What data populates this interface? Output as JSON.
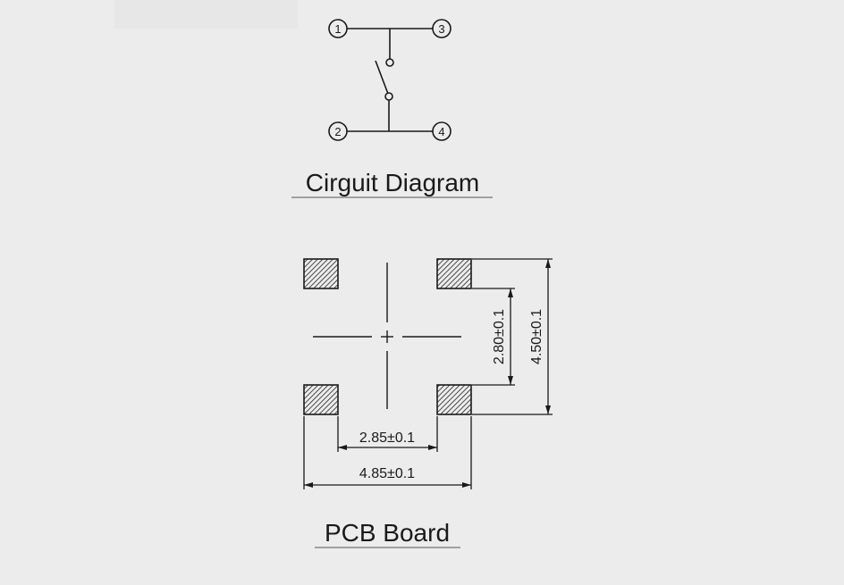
{
  "circuit": {
    "pins": [
      "1",
      "3",
      "2",
      "4"
    ],
    "caption": "Cirguit Diagram"
  },
  "pcb": {
    "dims": {
      "inner_width": "2.85±0.1",
      "outer_width": "4.85±0.1",
      "inner_height": "2.80±0.1",
      "outer_height": "4.50±0.1"
    },
    "caption": "PCB Board"
  },
  "colors": {
    "background": "#ececec",
    "line": "#1a1a1a"
  }
}
